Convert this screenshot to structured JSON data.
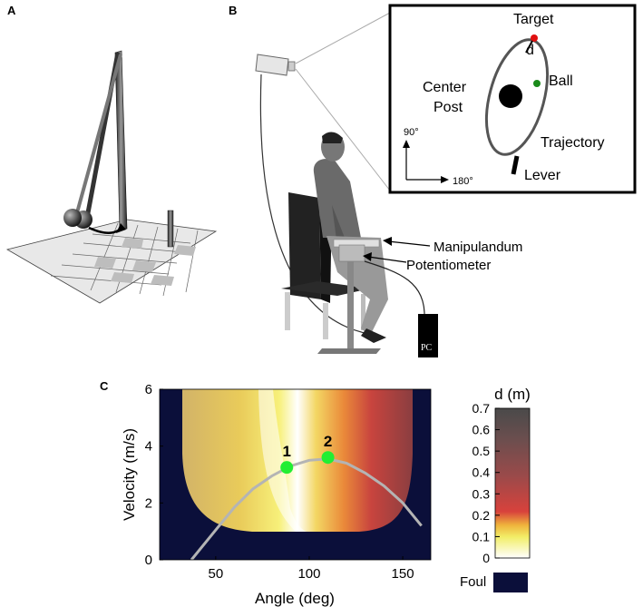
{
  "panels": {
    "a": {
      "label": "A"
    },
    "b": {
      "label": "B",
      "inset": {
        "target": "Target",
        "d": "d",
        "ball": "Ball",
        "center_post_1": "Center",
        "center_post_2": "Post",
        "axis_90": "90°",
        "axis_180": "180°",
        "trajectory": "Trajectory",
        "lever": "Lever"
      },
      "manipulandum": "Manipulandum",
      "potentiometer": "Potentiometer",
      "pc": "PC"
    },
    "c": {
      "label": "C"
    }
  },
  "chart_data": {
    "type": "heatmap",
    "xlabel": "Angle (deg)",
    "ylabel": "Velocity (m/s)",
    "xlim": [
      20,
      165
    ],
    "ylim": [
      0,
      6
    ],
    "x_ticks": [
      50,
      100,
      150
    ],
    "y_ticks": [
      0,
      2,
      4,
      6
    ],
    "series": [
      {
        "name": "",
        "x": [
          37,
          50,
          60,
          70,
          80,
          90,
          100,
          110,
          120,
          130,
          140,
          150,
          160
        ],
        "y": [
          0.0,
          1.05,
          1.85,
          2.5,
          2.95,
          3.3,
          3.5,
          3.55,
          3.4,
          3.05,
          2.6,
          2.0,
          1.2
        ]
      }
    ],
    "points": [
      {
        "label": "1",
        "x": 88,
        "y": 3.25
      },
      {
        "label": "2",
        "x": 110,
        "y": 3.6
      }
    ],
    "colorbar": {
      "title": "d (m)",
      "ticks": [
        "0",
        "0.1",
        "0.2",
        "0.3",
        "0.4",
        "0.5",
        "0.6",
        "0.7"
      ],
      "range": [
        0,
        0.7
      ],
      "foul_label": "Foul"
    },
    "colors": {
      "foul": "#0b0f3a",
      "curve": "#b4b4b4",
      "point": "#22ee33"
    }
  }
}
